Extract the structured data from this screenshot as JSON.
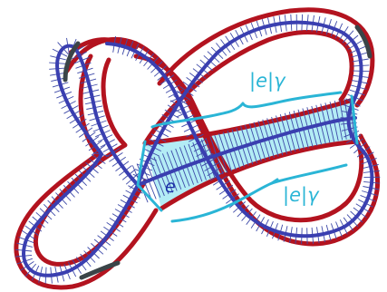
{
  "labels": {
    "edge": "e",
    "top_measure": "|e|γ",
    "bottom_measure": "|e|γ"
  },
  "colors": {
    "boundary_red": "#b3131f",
    "core_blue": "#3a3fb0",
    "hatch_blue": "#3e4aa8",
    "highlight_cyan": "#2ab5d6",
    "band_fill": "#b3ecf5",
    "endcap_dark": "#3a4448"
  }
}
